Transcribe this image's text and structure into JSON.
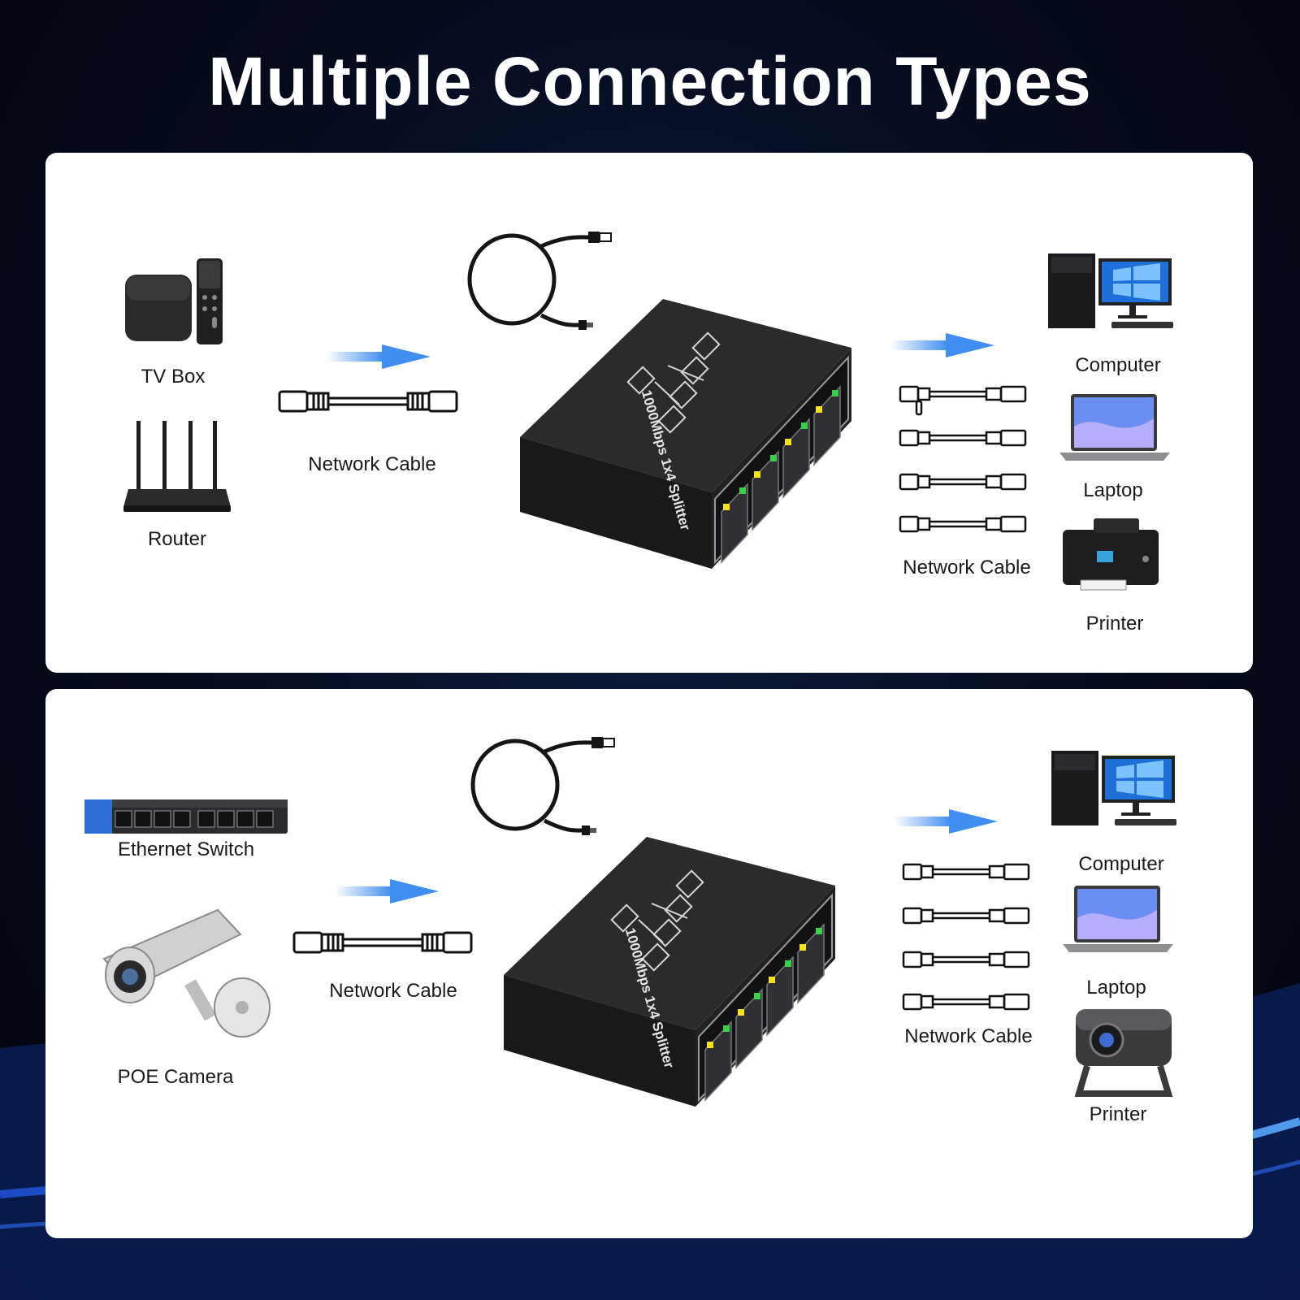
{
  "title": "Multiple Connection Types",
  "panel_top": {
    "sources": [
      {
        "label": "TV Box",
        "icon": "tv-box-icon"
      },
      {
        "label": "Router",
        "icon": "router-icon"
      }
    ],
    "input_cable_label": "Network Cable",
    "device_label": "1000Mbps 1x4 Splitter",
    "output_cable_label": "Network Cable",
    "outputs": [
      {
        "label": "Computer",
        "icon": "computer-icon"
      },
      {
        "label": "Laptop",
        "icon": "laptop-icon"
      },
      {
        "label": "Printer",
        "icon": "printer-icon"
      }
    ]
  },
  "panel_bottom": {
    "sources": [
      {
        "label": "Ethernet Switch",
        "icon": "ethernet-switch-icon"
      },
      {
        "label": "POE Camera",
        "icon": "poe-camera-icon"
      }
    ],
    "input_cable_label": "Network Cable",
    "device_label": "1000Mbps 1x4 Splitter",
    "output_cable_label": "Network Cable",
    "outputs": [
      {
        "label": "Computer",
        "icon": "computer-icon"
      },
      {
        "label": "Laptop",
        "icon": "laptop-icon"
      },
      {
        "label": "Printer",
        "icon": "projector-icon"
      }
    ]
  },
  "colors": {
    "background": "#060b1c",
    "panel": "#ffffff",
    "arrow": "#3f8ef0",
    "device": "#1c1c1e",
    "port_led_green": "#39d04a",
    "port_led_yellow": "#f3e31b"
  }
}
